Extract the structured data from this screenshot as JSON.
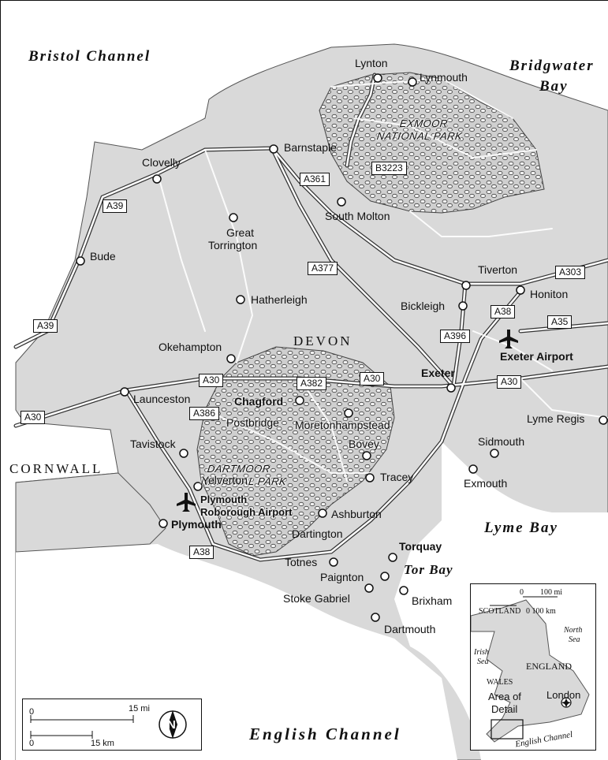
{
  "map": {
    "colors": {
      "land": "#d9d9d9",
      "sea": "#ffffff",
      "road": "#ffffff",
      "road_edge": "#333333",
      "park": "#c9c9c9",
      "park_pattern": "#444444"
    },
    "water_labels": {
      "bristol_channel": "Bristol Channel",
      "bridgwater_bay_1": "Bridgwater",
      "bridgwater_bay_2": "Bay",
      "lyme_bay": "Lyme Bay",
      "tor_bay": "Tor Bay",
      "english_channel": "English Channel"
    },
    "region_labels": {
      "devon": "DEVON",
      "cornwall": "CORNWALL"
    },
    "park_labels": {
      "exmoor_1": "EXMOOR",
      "exmoor_2": "NATIONAL PARK",
      "dartmoor_1": "DARTMOOR",
      "dartmoor_2": "NATIONAL PARK"
    },
    "towns": {
      "lynton": "Lynton",
      "lynmouth": "Lynmouth",
      "barnstaple": "Barnstaple",
      "clovelly": "Clovelly",
      "south_molton": "South Molton",
      "great_torrington_1": "Great",
      "great_torrington_2": "Torrington",
      "bude": "Bude",
      "tiverton": "Tiverton",
      "honiton": "Honiton",
      "bickleigh": "Bickleigh",
      "hatherleigh": "Hatherleigh",
      "okehampton": "Okehampton",
      "exeter": "Exeter",
      "exeter_airport": "Exeter Airport",
      "launceston": "Launceston",
      "chagford": "Chagford",
      "postbridge": "Postbridge",
      "moretonhampstead": "Moretonhampstead",
      "lyme_regis": "Lyme Regis",
      "tavistock": "Tavistock",
      "bovey_1": "Bovey",
      "bovey_2": "Tracey",
      "sidmouth": "Sidmouth",
      "exmouth": "Exmouth",
      "yelverton": "Yelverton",
      "plymouth_airport_1": "Plymouth",
      "plymouth_airport_2": "Roborough Airport",
      "plymouth": "Plymouth",
      "ashburton": "Ashburton",
      "dartington": "Dartington",
      "torquay": "Torquay",
      "totnes": "Totnes",
      "paignton": "Paignton",
      "stoke_gabriel": "Stoke Gabriel",
      "brixham": "Brixham",
      "dartmouth": "Dartmouth"
    },
    "roads": {
      "b3223": "B3223",
      "a361": "A361",
      "a39_north": "A39",
      "a39_south": "A39",
      "a377": "A377",
      "a303": "A303",
      "a38_east": "A38",
      "a35": "A35",
      "a396": "A396",
      "a30_okehampton": "A30",
      "a382": "A382",
      "a30_mid": "A30",
      "a30_east": "A30",
      "a30_west": "A30",
      "a386": "A386",
      "a38_south": "A38"
    },
    "scale": {
      "miles_zero": "0",
      "miles_value": "15 mi",
      "km_zero": "0",
      "km_value": "15 km"
    },
    "compass": {
      "north": "N"
    },
    "inset": {
      "scale_zero": "0",
      "scale_mi": "100 mi",
      "scale_km": "0 100 km",
      "scotland": "SCOTLAND",
      "north_sea_1": "North",
      "north_sea_2": "Sea",
      "irish_sea_1": "Irish",
      "irish_sea_2": "Sea",
      "england": "ENGLAND",
      "wales": "WALES",
      "area_1": "Area of",
      "area_2": "Detail",
      "london": "London",
      "english_channel": "English Channel"
    }
  }
}
